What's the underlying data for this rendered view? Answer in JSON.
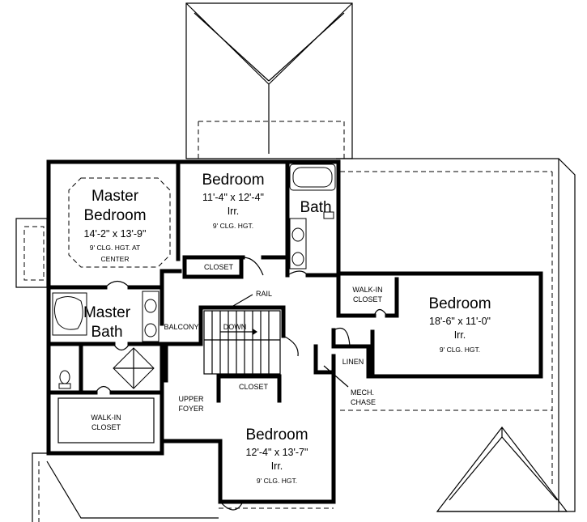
{
  "rooms": {
    "master_bedroom": {
      "name_line1": "Master",
      "name_line2": "Bedroom",
      "dims": "14'-2\" x 13'-9\"",
      "ceiling_line1": "9' CLG. HGT. AT",
      "ceiling_line2": "CENTER"
    },
    "bedroom_top": {
      "name": "Bedroom",
      "dims": "11'-4\" x 12'-4\"",
      "shape": "Irr.",
      "ceiling": "9' CLG. HGT."
    },
    "bath": {
      "name": "Bath"
    },
    "bedroom_right": {
      "name": "Bedroom",
      "dims": "18'-6\" x 11'-0\"",
      "shape": "Irr.",
      "ceiling": "9' CLG. HGT."
    },
    "master_bath": {
      "name_line1": "Master",
      "name_line2": "Bath"
    },
    "bedroom_bottom": {
      "name": "Bedroom",
      "dims": "12'-4\" x 13'-7\"",
      "shape": "Irr.",
      "ceiling": "9' CLG. HGT."
    }
  },
  "labels": {
    "closet_top": "CLOSET",
    "closet_mid": "CLOSET",
    "walk_in_closet_right_1": "WALK-IN",
    "walk_in_closet_right_2": "CLOSET",
    "walk_in_closet_left_1": "WALK-IN",
    "walk_in_closet_left_2": "CLOSET",
    "linen": "LINEN",
    "mech_chase_1": "MECH.",
    "mech_chase_2": "CHASE",
    "rail": "RAIL",
    "balcony": "BALCONY",
    "down": "DOWN",
    "upper_foyer_1": "UPPER",
    "upper_foyer_2": "FOYER"
  }
}
